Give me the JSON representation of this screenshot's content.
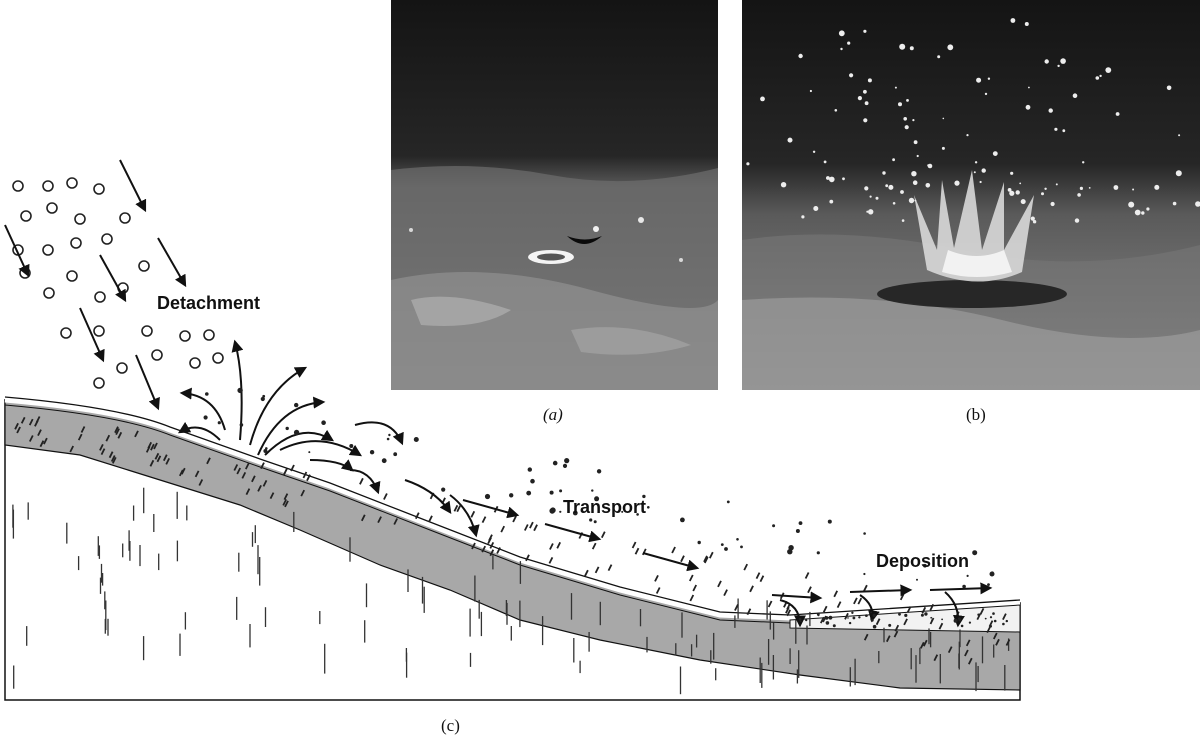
{
  "captions": {
    "a": "(a)",
    "b": "(b)",
    "c": "(c)"
  },
  "labels": {
    "detachment": "Detachment",
    "transport": "Transport",
    "deposition": "Deposition"
  },
  "colors": {
    "ink": "#111111",
    "topsoil": "#a9a9a9",
    "subsoil": "#ffffff",
    "photo_dark": "#1c1c1c",
    "photo_ground": "#7a7a7a"
  }
}
